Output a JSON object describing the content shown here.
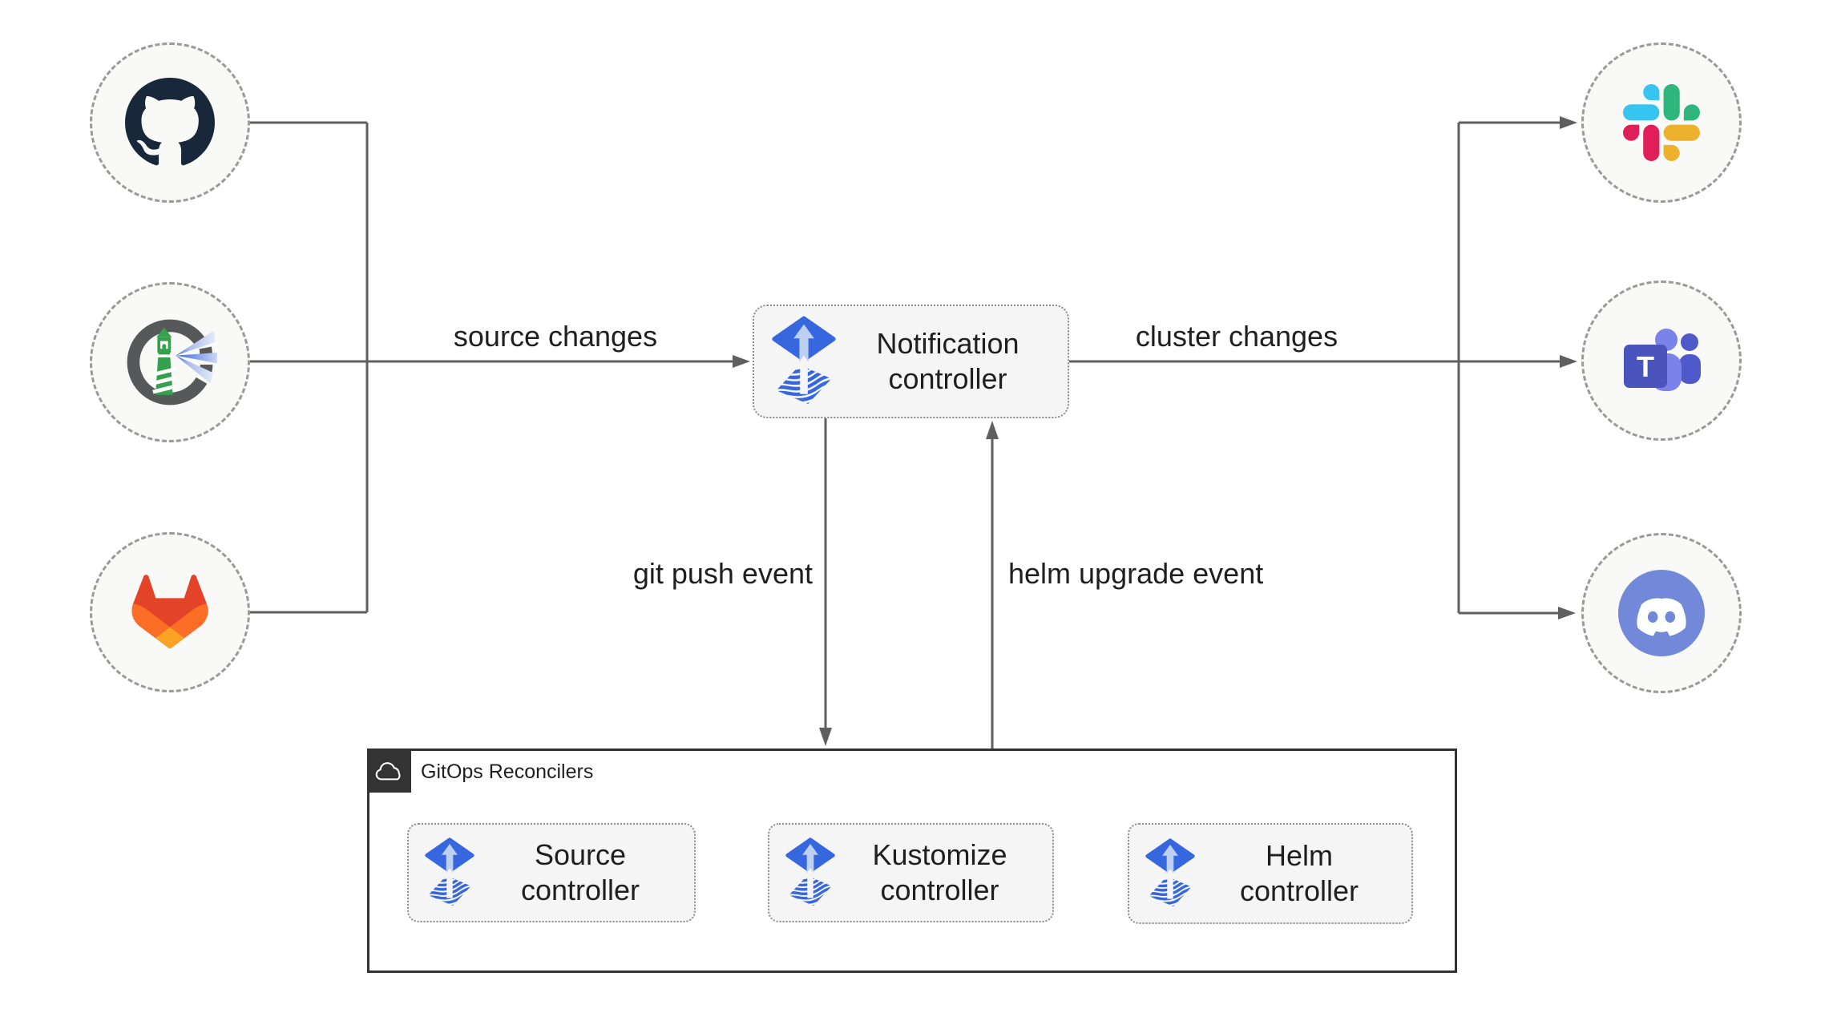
{
  "nodes": {
    "notification": {
      "label": "Notification controller",
      "icon": "flux-icon"
    },
    "sources": [
      {
        "icon": "github-icon"
      },
      {
        "icon": "harbor-icon"
      },
      {
        "icon": "gitlab-icon"
      }
    ],
    "targets": [
      {
        "icon": "slack-icon"
      },
      {
        "icon": "teams-icon"
      },
      {
        "icon": "discord-icon"
      }
    ]
  },
  "edges": {
    "source_changes": {
      "label": "source changes"
    },
    "cluster_changes": {
      "label": "cluster changes"
    },
    "git_push": {
      "label": "git push event"
    },
    "helm_upgrade": {
      "label": "helm upgrade event"
    }
  },
  "reconcilers": {
    "title": "GitOps Reconcilers",
    "icon": "cloud-icon",
    "controllers": [
      {
        "label": "Source controller",
        "icon": "flux-icon"
      },
      {
        "label": "Kustomize controller",
        "icon": "flux-icon"
      },
      {
        "label": "Helm controller",
        "icon": "flux-icon"
      }
    ]
  },
  "teams_letter": "T",
  "colors": {
    "line": "#5f5f5f",
    "label_text": "#1f1f1f",
    "node_fill": "#f9f9f7",
    "node_border": "#9a9a9a",
    "box_fill": "#f5f5f5",
    "box_border": "#8c8c8c",
    "container_border": "#333333",
    "header_square": "#333333",
    "flux_blue": "#3767df",
    "flux_arrow_light": "#bdd0f2",
    "github": "#18283a",
    "harbor_ring": "#57585a",
    "harbor_green": "#35a14e",
    "harbor_beam": "#3b66e2",
    "harbor_beam_light": "#aebde8",
    "gitlab_red": "#e24329",
    "gitlab_orange": "#fc6d26",
    "gitlab_yellow": "#fca326",
    "slack_blue": "#36c5f0",
    "slack_green": "#2eb67d",
    "slack_red": "#e01e5a",
    "slack_yellow": "#ecb22e",
    "teams_dark": "#4b53bc",
    "teams_light": "#7b83eb",
    "teams_mid": "#5059c9",
    "discord": "#7289da"
  }
}
